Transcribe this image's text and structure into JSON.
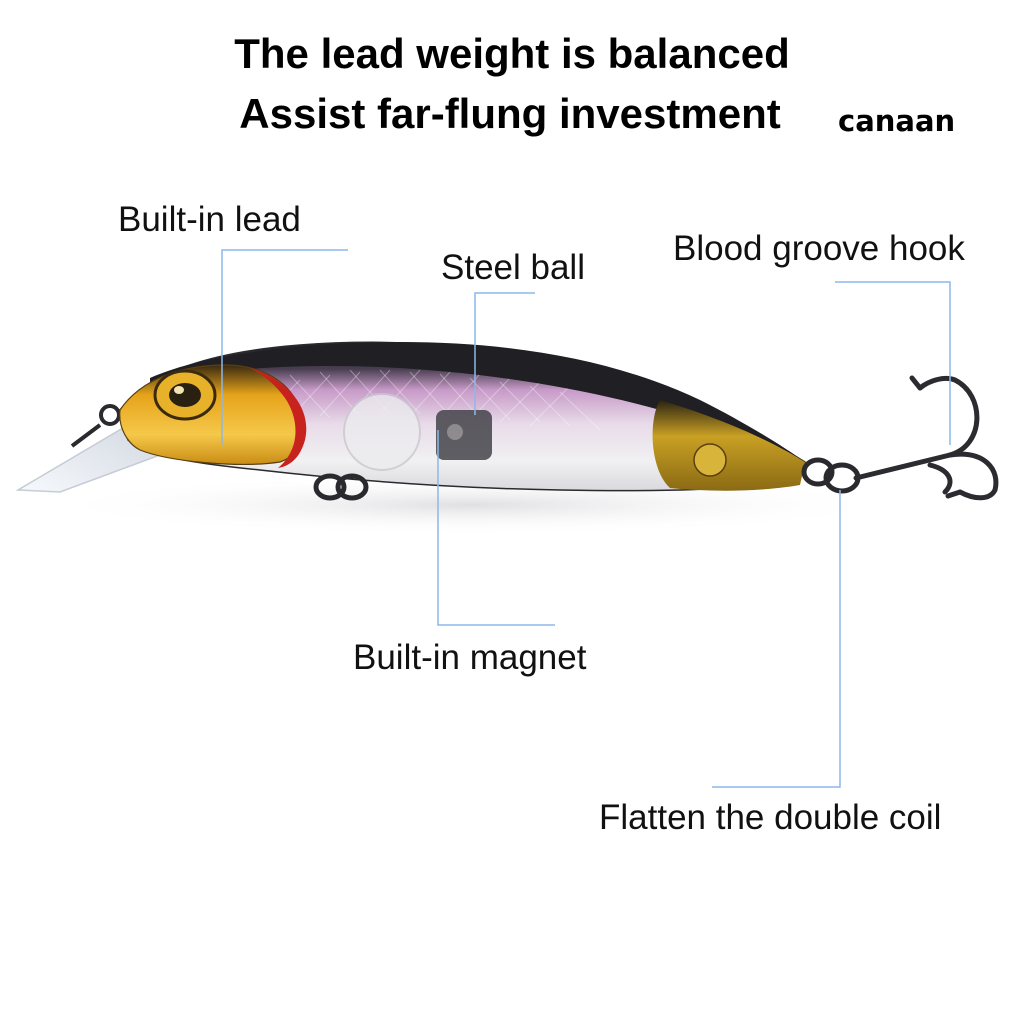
{
  "headline": {
    "line1": "The lead weight is balanced",
    "line2": "Assist far-flung investment"
  },
  "brand": {
    "text": "canaan"
  },
  "callouts": {
    "built_in_lead": "Built-in lead",
    "steel_ball": "Steel ball",
    "blood_groove_hook": "Blood groove hook",
    "built_in_magnet": "Built-in magnet",
    "flatten_double_coil": "Flatten the double coil"
  },
  "colors": {
    "leader_line": "#8cb8e8",
    "lure_back": "#1e1e22",
    "lure_body": "#c9a6c9",
    "lure_head": "#e0a21a",
    "gill": "#c8221e"
  },
  "icons": {
    "lure": "fishing-lure-illustration",
    "hook": "treble-hook-icon"
  }
}
